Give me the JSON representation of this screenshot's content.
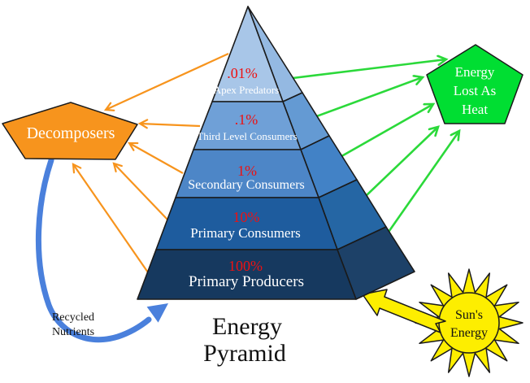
{
  "diagram_title": {
    "line1": "Energy",
    "line2": "Pyramid"
  },
  "pyramid": {
    "percent_color": "#ee1111",
    "label_color": "#ffffff",
    "levels": [
      {
        "percent": ".01%",
        "label": "Apex Predators",
        "front_color": "#a8c6e8",
        "side_color": "#94b9e2"
      },
      {
        "percent": ".1%",
        "label": "Third Level Consumers",
        "front_color": "#6fa0d7",
        "side_color": "#649ad3"
      },
      {
        "percent": "1%",
        "label": "Secondary Consumers",
        "front_color": "#4d86c7",
        "side_color": "#4282c6"
      },
      {
        "percent": "10%",
        "label": "Primary Consumers",
        "front_color": "#1e5c9e",
        "side_color": "#2566a4"
      },
      {
        "percent": "100%",
        "label": "Primary Producers",
        "front_color": "#16395f",
        "side_color": "#1d4168"
      }
    ]
  },
  "decomposers": {
    "label": "Decomposers",
    "fill": "#f7941d",
    "text_color": "#ffffff"
  },
  "energy_lost": {
    "line1": "Energy",
    "line2": "Lost As",
    "line3": "Heat",
    "fill": "#00de32",
    "text_color": "#ffffff"
  },
  "sun": {
    "line1": "Sun's",
    "line2": "Energy",
    "fill": "#fdee00",
    "text_color": "#111111"
  },
  "recycled_nutrients": {
    "line1": "Recycled",
    "line2": "Nutrients",
    "text_color": "#111111"
  },
  "arrows": {
    "orange": "#f7941d",
    "green": "#2bd93a",
    "blue": "#4a80dc",
    "yellow": "#fdee00"
  }
}
